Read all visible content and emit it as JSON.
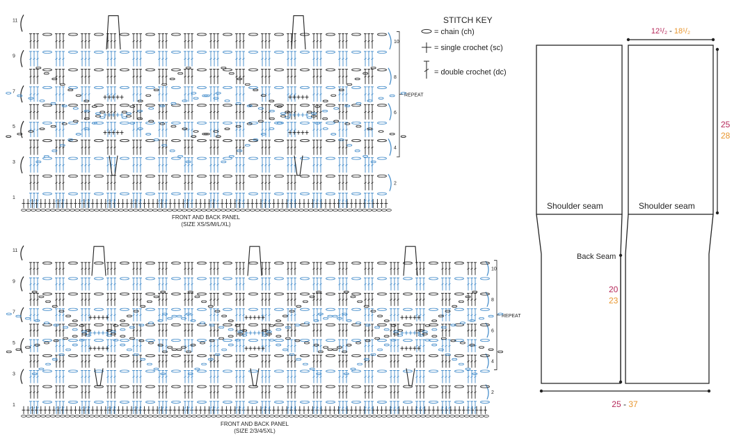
{
  "charts": [
    {
      "title_line1": "FRONT AND BACK PANEL",
      "title_line2": "(SIZE XS/S/M/L/XL)",
      "left_row_numbers": [
        "11",
        "9",
        "7",
        "5",
        "3",
        "1"
      ],
      "right_row_numbers": [
        "10",
        "8",
        "6",
        "4",
        "2"
      ],
      "repeat_label": "REPEAT",
      "motif_count": 2
    },
    {
      "title_line1": "FRONT AND BACK PANEL",
      "title_line2": "(SIZE 2/3/4/5XL)",
      "left_row_numbers": [
        "11",
        "9",
        "7",
        "5",
        "3",
        "1"
      ],
      "right_row_numbers": [
        "10",
        "8",
        "6",
        "4",
        "2"
      ],
      "repeat_label": "REPEAT",
      "motif_count": 3
    }
  ],
  "stitch_key": {
    "title": "STITCH KEY",
    "items": [
      {
        "symbol": "oval",
        "label": "= chain (ch)"
      },
      {
        "symbol": "plus",
        "label": "= single crochet (sc)"
      },
      {
        "symbol": "dc",
        "label": "= double crochet (dc)"
      }
    ]
  },
  "schematic": {
    "top_width_a": "12¹/₂",
    "top_width_sep": " - ",
    "top_width_b": "18¹/₂",
    "upper_height_a": "25",
    "upper_height_b": "28",
    "shoulder_left": "Shoulder seam",
    "shoulder_right": "Shoulder seam",
    "back_seam": "Back Seam",
    "lower_height_a": "20",
    "lower_height_b": "23",
    "bottom_width_a": "25",
    "bottom_width_sep": " - ",
    "bottom_width_b": "37"
  },
  "colors": {
    "dark_rows": "#1e1e1e",
    "blue_rows": "#3b87c8",
    "size_small": "#b5285a",
    "size_large": "#e8962e"
  }
}
